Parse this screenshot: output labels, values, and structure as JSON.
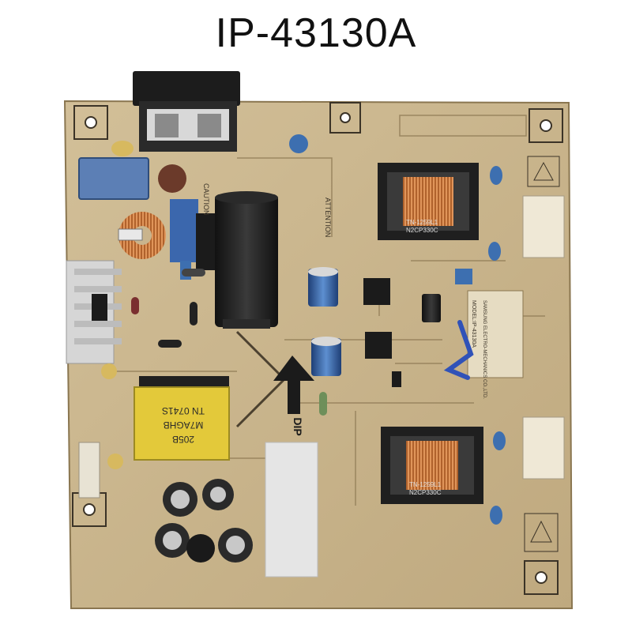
{
  "title": "IP-43130A",
  "board": {
    "colors": {
      "pcb": "#c9b48d",
      "pcb_dark": "#a8946c",
      "trace": "#9f8a62",
      "ink": "#3b3327",
      "transformer_yellow": "#e3c93a",
      "inverter_core": "#2a2a2a",
      "copper": "#c4713a",
      "cap_blue": "#3d6fb0",
      "cap_black": "#1e1e1e",
      "heatsink": "#d6d6d6"
    },
    "main_transformer": {
      "line1": "205B",
      "line2": "M7AGHB",
      "line3": "TN 0741S"
    },
    "inverter_top": {
      "line1": "TN-1259L1",
      "line2": "N2CP330C"
    },
    "inverter_bottom": {
      "line1": "TN-1259L1",
      "line2": "N2CP330C"
    },
    "dip_label": "DIP",
    "attention_label": "ATTENTION",
    "caution_label": "CAUTION",
    "model_label": "MODEL:IP-43130A",
    "brand_label": "SAMSUNG ELECTRO-MECHANICS CO.,LTD."
  }
}
